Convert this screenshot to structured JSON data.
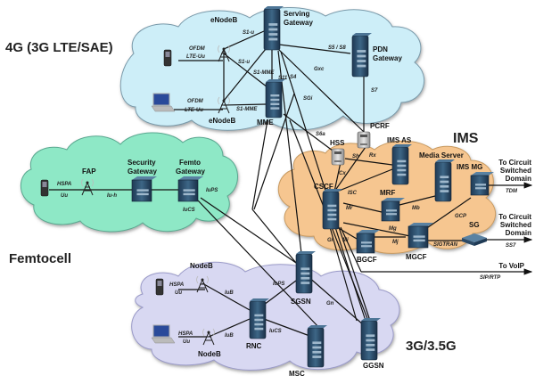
{
  "regions": {
    "lte": {
      "title": "4G (3G LTE/SAE)",
      "color": "#cdeef8"
    },
    "ims": {
      "title": "IMS",
      "color": "#f6c690"
    },
    "femto": {
      "title": "Femtocell",
      "color": "#8ee8c6"
    },
    "umts": {
      "title": "3G/3.5G",
      "color": "#d8d8f2"
    }
  },
  "nodes": {
    "enodeb1": "eNodeB",
    "enodeb2": "eNodeB",
    "sgw": [
      "Serving",
      "Gateway"
    ],
    "pgw": [
      "PDN",
      "Gateway"
    ],
    "mme": "MME",
    "pcrf": "PCRF",
    "hss": "HSS",
    "imsas": "IMS AS",
    "media": "Media Server",
    "imsmg": "IMS MG",
    "cscf": "CSCF",
    "mrf": "MRF",
    "mgcf": "MGCF",
    "bgcf": "BGCF",
    "sg": "SG",
    "fap": "FAP",
    "secgw": [
      "Security",
      "Gateway"
    ],
    "femtogw": [
      "Femto",
      "Gateway"
    ],
    "nodeb1": "NodeB",
    "nodeb2": "NodeB",
    "rnc": "RNC",
    "sgsn": "SGSN",
    "msc": "MSC",
    "ggsn": "GGSN"
  },
  "interfaces": {
    "ofdm1": "OFDM",
    "lteuu1": "LTE-Uu",
    "ofdm2": "OFDM",
    "lteuu2": "LTE-Uu",
    "s1u_a": "S1-u",
    "s1u_b": "S1-u",
    "s1mme_a": "S1-MME",
    "s1mme_b": "S1-MME",
    "s5s8": "S5 / S8",
    "s11": "S11",
    "s4": "S4",
    "sgi": "SGi",
    "gxc": "Gxc",
    "s7": "S7",
    "s6a": "S6a",
    "sh": "Sh",
    "rx": "Rx",
    "cx": "Cx",
    "isc": "ISC",
    "mr": "Mr",
    "mb": "Mb",
    "mg": "Mg",
    "mj": "Mj",
    "mi": "Mi",
    "gi": "Gi",
    "gcp": "GCP",
    "sigtran": "SIGTRAN",
    "tdm": "TDM",
    "ss7": "SS7",
    "sip": "SIP/RTP",
    "hspa_f": "HSPA",
    "uu_f": "Uu",
    "iuh": "Iu-h",
    "iups_f": "IuPS",
    "iucs_f": "IuCS",
    "hspa1": "HSPA",
    "uu1": "Uu",
    "hspa2": "HSPA",
    "uu2": "Uu",
    "iub1": "IuB",
    "iub2": "IuB",
    "iups": "IuPS",
    "iucs": "IuCS",
    "gn": "Gn"
  },
  "outputs": {
    "csd1": [
      "To Circuit",
      "Switched",
      "Domain"
    ],
    "csd2": [
      "To Circuit",
      "Switched",
      "Domain"
    ],
    "voip": "To VoIP"
  },
  "colors": {
    "server": "#2c4a66",
    "server_light": "#4a7090",
    "link": "#111111"
  }
}
